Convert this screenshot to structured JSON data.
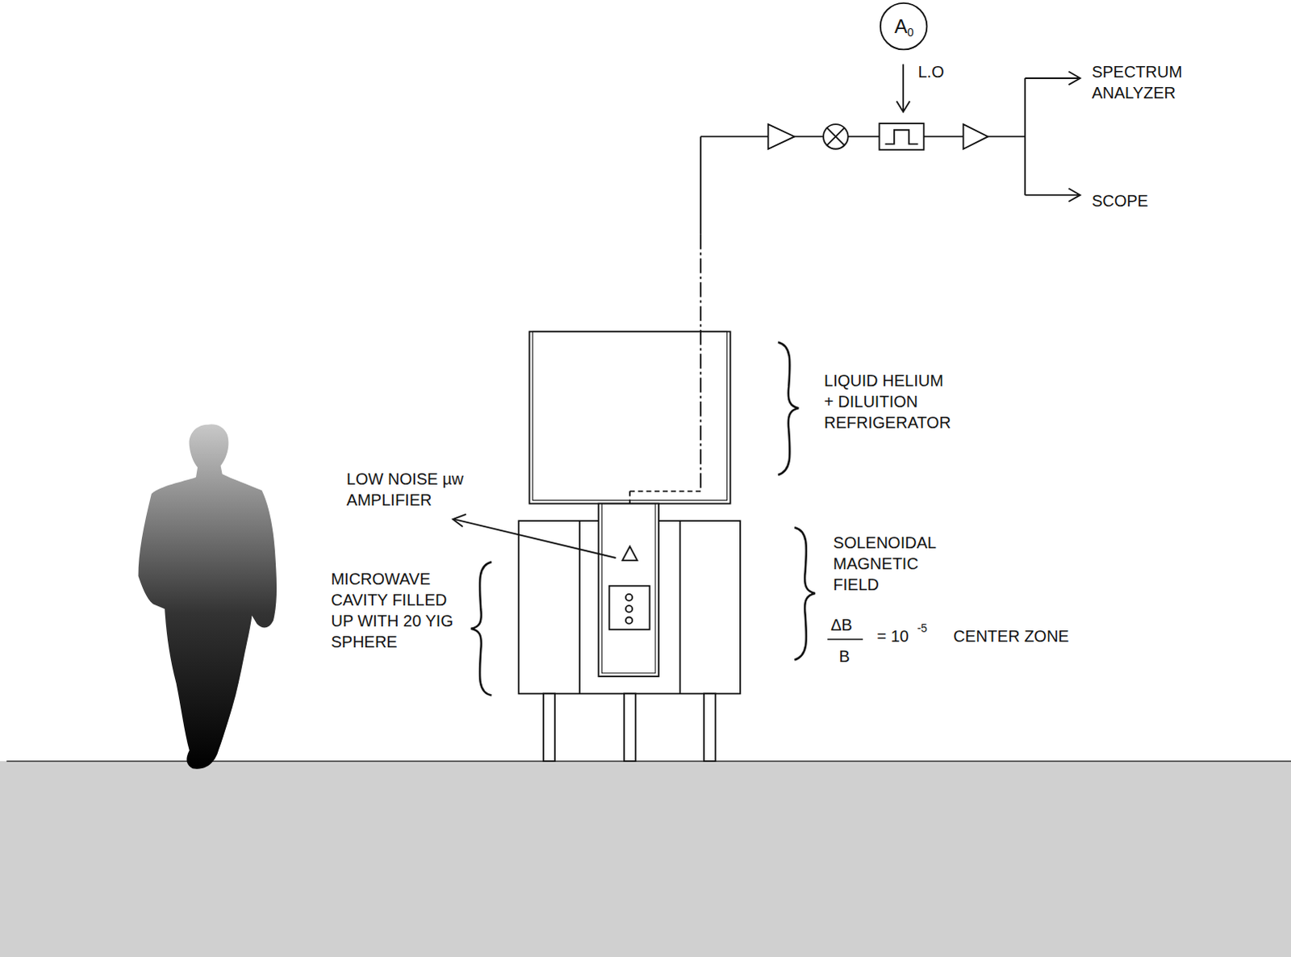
{
  "diagram": {
    "nodes": [
      {
        "text": [
          "A",
          "0"
        ]
      }
    ],
    "labels": [
      "L.O",
      "SPECTRUM ANALYZER",
      "SCOPE",
      "LIQUID HELIUM + DILUITION REFRIGERATOR",
      "LOW NOISE µw AMPLIFIER",
      "MICROWAVE CAVITY FILLED UP WITH 20 YIG SPHERE",
      "SOLENOIDAL MAGNETIC FIELD",
      "ΔB",
      "B",
      "= 10",
      "-5",
      "CENTER ZONE"
    ]
  }
}
